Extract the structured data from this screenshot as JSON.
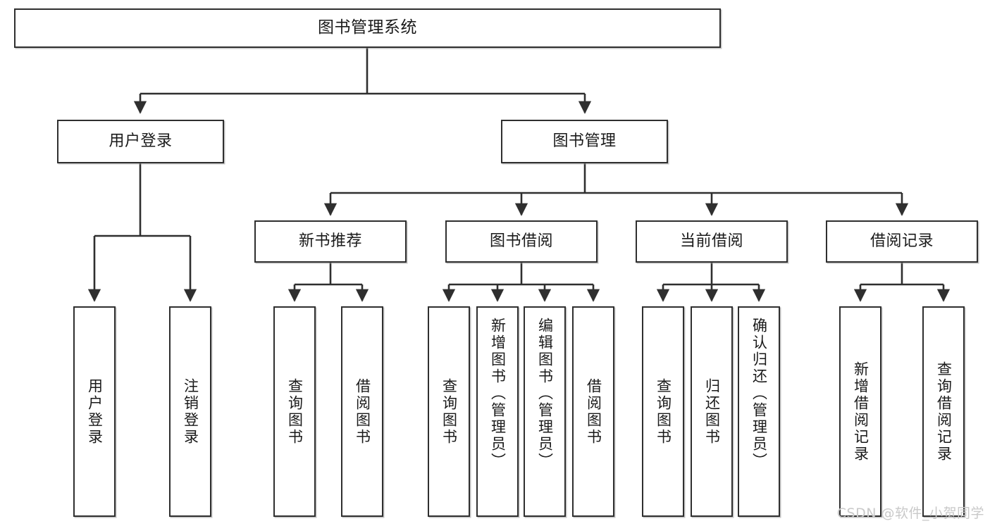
{
  "diagram": {
    "title": "图书管理系统",
    "type": "tree-structure-chart",
    "watermark": "CSDN @软件_小贺同学",
    "colors": {
      "box_border": "#2f2f2f",
      "box_fill": "#ffffff",
      "edge": "#2f2f2f",
      "text": "#1a1a1a",
      "watermark": "#c9c9c9",
      "background": "#ffffff"
    }
  },
  "nodes": {
    "root": {
      "label": "图书管理系统"
    },
    "level2": [
      {
        "id": "user-login",
        "label": "用户登录"
      },
      {
        "id": "book-management",
        "label": "图书管理"
      }
    ],
    "level3": [
      {
        "id": "new-book-recommend",
        "label": "新书推荐"
      },
      {
        "id": "book-borrow",
        "label": "图书借阅"
      },
      {
        "id": "current-borrow",
        "label": "当前借阅"
      },
      {
        "id": "borrow-record",
        "label": "借阅记录"
      }
    ],
    "leaves": {
      "user_login": [
        {
          "id": "leaf-user-login",
          "label": "用户登录"
        },
        {
          "id": "leaf-logout-login",
          "label": "注销登录"
        }
      ],
      "new_book_recommend": [
        {
          "id": "leaf-query-book-1",
          "label": "查询图书"
        },
        {
          "id": "leaf-borrow-book-1",
          "label": "借阅图书"
        }
      ],
      "book_borrow": [
        {
          "id": "leaf-query-book-2",
          "label": "查询图书"
        },
        {
          "id": "leaf-add-book",
          "label": "新增图书（管理员）"
        },
        {
          "id": "leaf-edit-book",
          "label": "编辑图书（管理员）"
        },
        {
          "id": "leaf-borrow-book-2",
          "label": "借阅图书"
        }
      ],
      "current_borrow": [
        {
          "id": "leaf-query-book-3",
          "label": "查询图书"
        },
        {
          "id": "leaf-return-book",
          "label": "归还图书"
        },
        {
          "id": "leaf-confirm-return",
          "label": "确认归还（管理员）"
        }
      ],
      "borrow_record": [
        {
          "id": "leaf-add-record",
          "label": "新增借阅记录"
        },
        {
          "id": "leaf-query-record",
          "label": "查询借阅记录"
        }
      ]
    }
  },
  "edges": [
    {
      "from": "图书管理系统",
      "to": "用户登录"
    },
    {
      "from": "图书管理系统",
      "to": "图书管理"
    },
    {
      "from": "用户登录",
      "to": "用户登录"
    },
    {
      "from": "用户登录",
      "to": "注销登录"
    },
    {
      "from": "图书管理",
      "to": "新书推荐"
    },
    {
      "from": "图书管理",
      "to": "图书借阅"
    },
    {
      "from": "图书管理",
      "to": "当前借阅"
    },
    {
      "from": "图书管理",
      "to": "借阅记录"
    },
    {
      "from": "新书推荐",
      "to": "查询图书"
    },
    {
      "from": "新书推荐",
      "to": "借阅图书"
    },
    {
      "from": "图书借阅",
      "to": "查询图书"
    },
    {
      "from": "图书借阅",
      "to": "新增图书（管理员）"
    },
    {
      "from": "图书借阅",
      "to": "编辑图书（管理员）"
    },
    {
      "from": "图书借阅",
      "to": "借阅图书"
    },
    {
      "from": "当前借阅",
      "to": "查询图书"
    },
    {
      "from": "当前借阅",
      "to": "归还图书"
    },
    {
      "from": "当前借阅",
      "to": "确认归还（管理员）"
    },
    {
      "from": "借阅记录",
      "to": "新增借阅记录"
    },
    {
      "from": "借阅记录",
      "to": "查询借阅记录"
    }
  ]
}
